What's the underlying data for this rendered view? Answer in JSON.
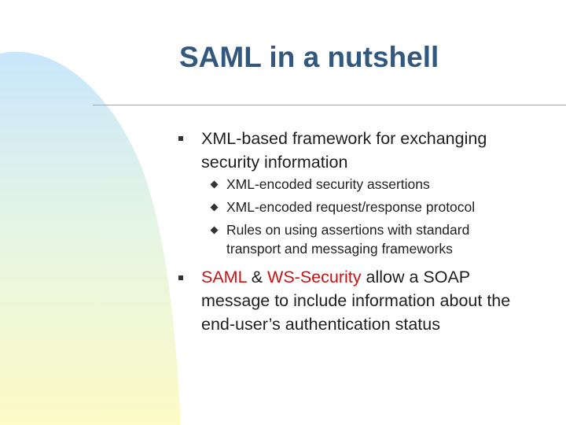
{
  "slide": {
    "title": "SAML in a nutshell",
    "bullets": [
      {
        "text": "XML-based framework for exchanging security information",
        "subbullets": [
          "XML-encoded security assertions",
          "XML-encoded request/response protocol",
          "Rules on using assertions with standard transport and messaging frameworks"
        ]
      },
      {
        "parts": [
          "SAML",
          " & ",
          "WS-Security",
          " allow a SOAP message to include information about the end-user’s authentication status"
        ]
      }
    ]
  },
  "colors": {
    "title": "#33587f",
    "highlight": "#cc1111",
    "body_text": "#1e1e1e"
  },
  "icons": {
    "main_bullet": "square-bullet-icon",
    "sub_bullet": "diamond-bullet-icon"
  }
}
